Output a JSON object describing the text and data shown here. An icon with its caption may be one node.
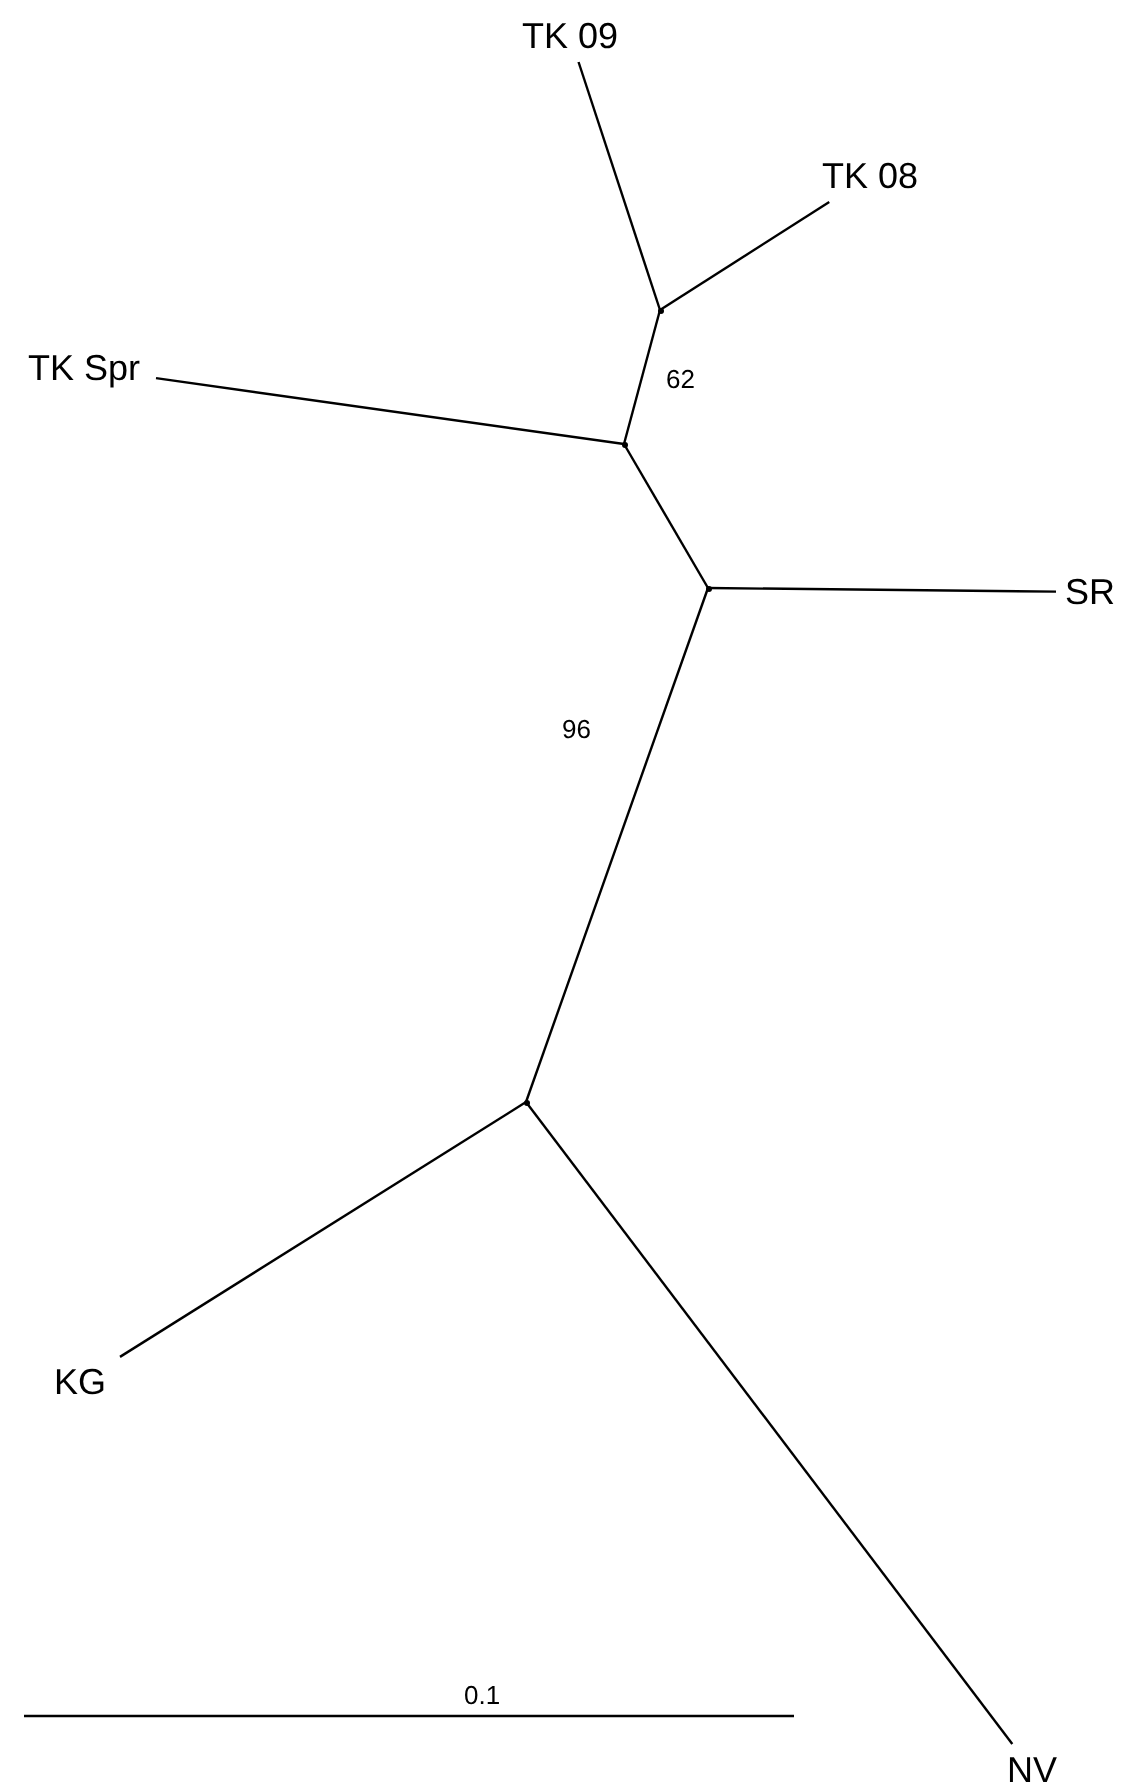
{
  "diagram": {
    "nodes": [
      {
        "text": [
          "TK 09"
        ]
      },
      {
        "text": [
          "TK 08"
        ]
      },
      {
        "text": [],
        "shape": "point"
      },
      {
        "text": [
          "TK Spr"
        ]
      },
      {
        "text": [],
        "shape": "point"
      },
      {
        "text": [],
        "shape": "point"
      },
      {
        "text": [
          "SR"
        ]
      },
      {
        "text": [],
        "shape": "point"
      },
      {
        "text": [
          "KG"
        ]
      },
      {
        "text": [
          "NV"
        ]
      }
    ],
    "edges": [
      {
        "from": 2,
        "to": 0,
        "arrow": "none"
      },
      {
        "from": 2,
        "to": 1,
        "arrow": "none"
      },
      {
        "from": 4,
        "to": 2,
        "arrow": "none",
        "label": "62"
      },
      {
        "from": 4,
        "to": 3,
        "arrow": "none"
      },
      {
        "from": 5,
        "to": 4,
        "arrow": "none"
      },
      {
        "from": 5,
        "to": 6,
        "arrow": "none"
      },
      {
        "from": 5,
        "to": 7,
        "arrow": "none",
        "label": "96"
      },
      {
        "from": 7,
        "to": 8,
        "arrow": "none"
      },
      {
        "from": 7,
        "to": 9,
        "arrow": "none"
      }
    ],
    "labels": [
      "0.1"
    ]
  }
}
